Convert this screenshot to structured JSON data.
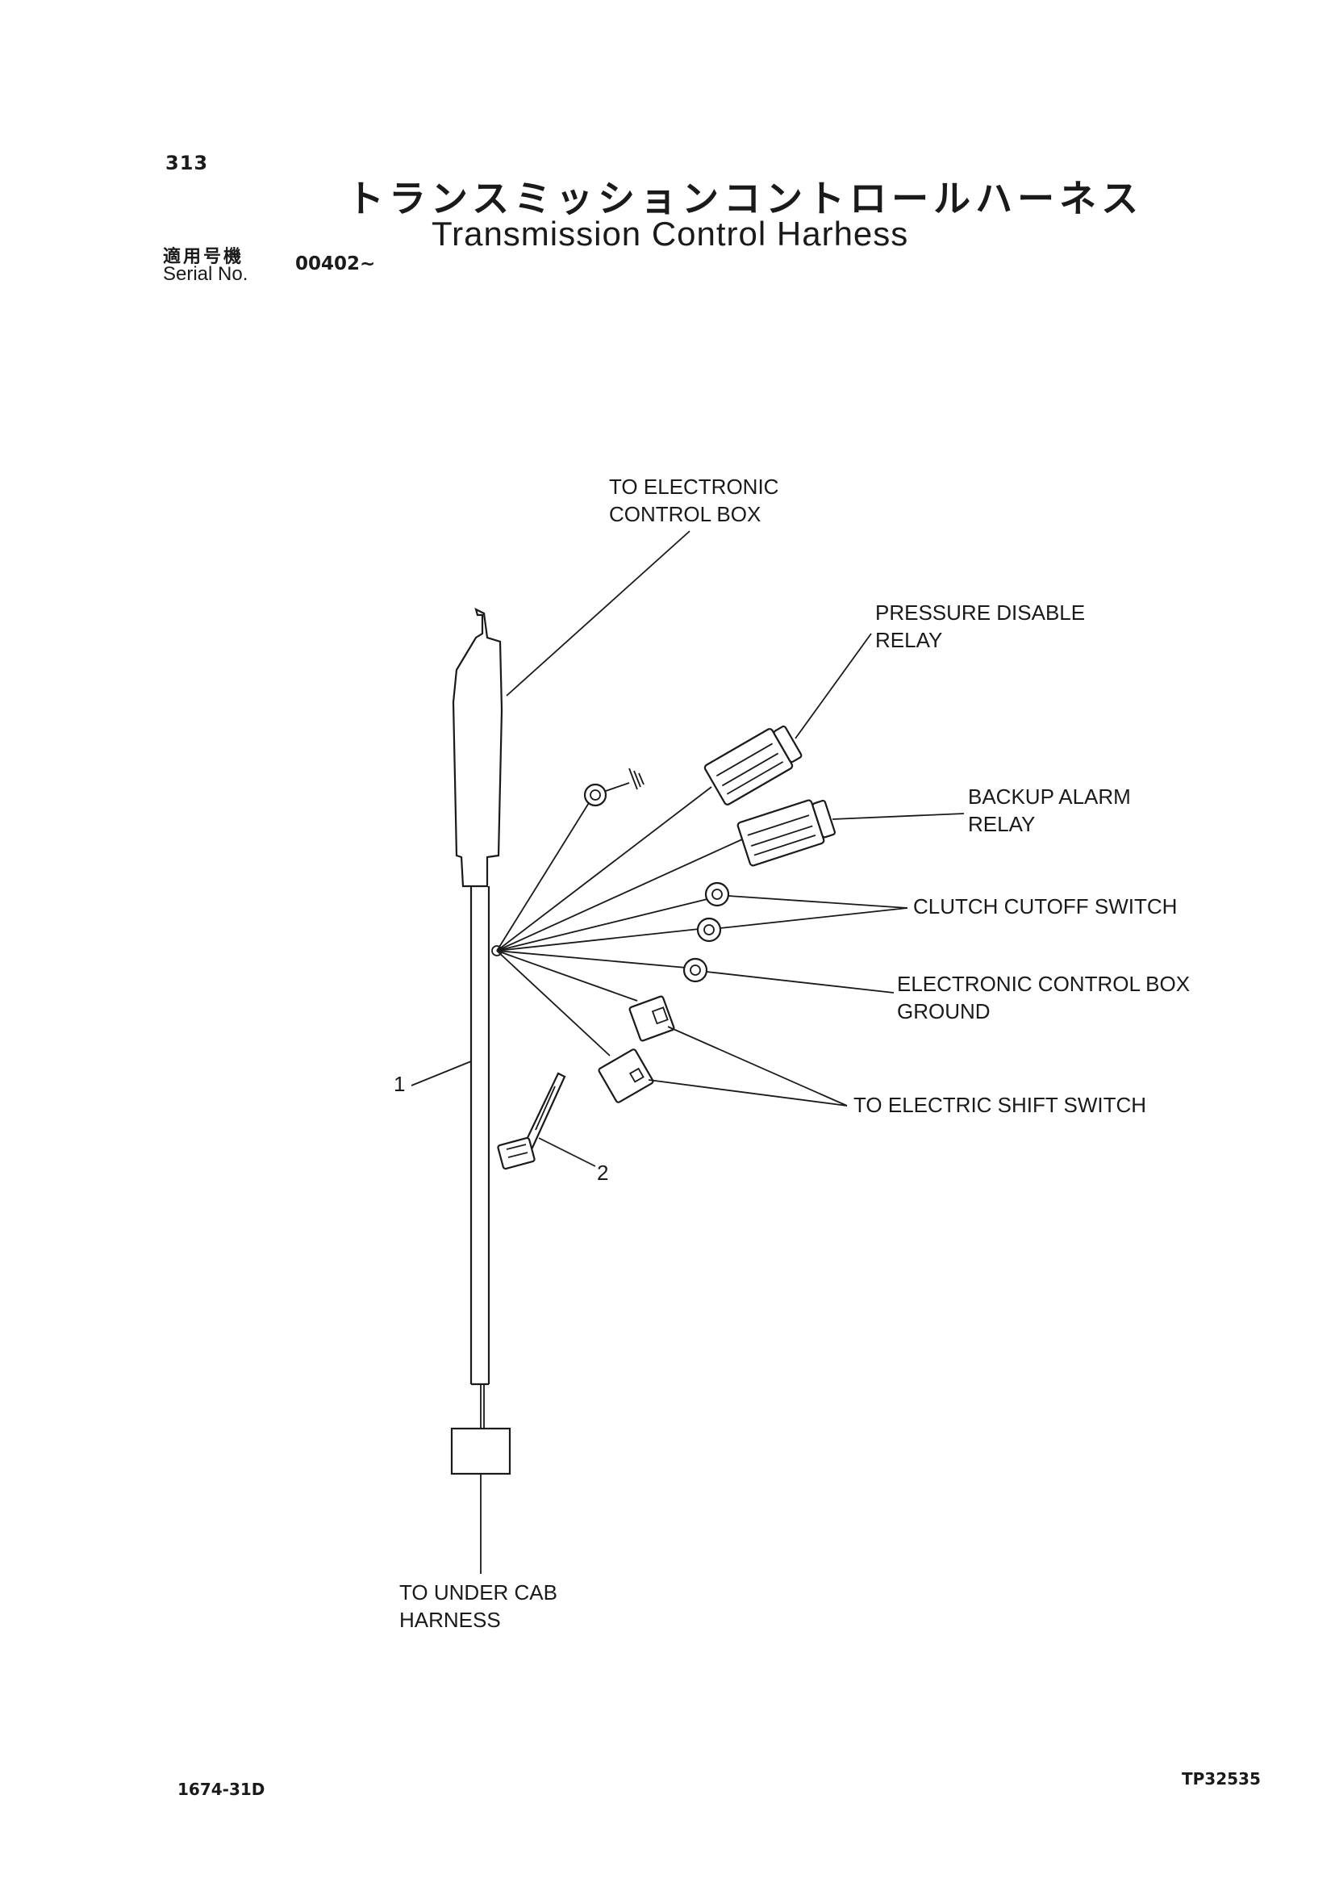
{
  "header": {
    "page_number": "313",
    "title_ja": "トランスミッションコントロールハーネス",
    "title_en": "Transmission Control Harhess",
    "serial_label_ja": "適用号機",
    "serial_label_en": "Serial No.",
    "serial_value": "00402~"
  },
  "labels": {
    "to_ecb_line1": "TO ELECTRONIC",
    "to_ecb_line2": "CONTROL BOX",
    "pressure_line1": "PRESSURE DISABLE",
    "pressure_line2": "RELAY",
    "backup_line1": "BACKUP ALARM",
    "backup_line2": "RELAY",
    "clutch": "CLUTCH CUTOFF SWITCH",
    "ecb_ground_line1": "ELECTRONIC CONTROL BOX",
    "ecb_ground_line2": "GROUND",
    "shift_switch": "TO ELECTRIC SHIFT SWITCH",
    "under_cab_line1": "TO UNDER CAB",
    "under_cab_line2": "HARNESS"
  },
  "callouts": {
    "part_1": "1",
    "part_2": "2"
  },
  "footer": {
    "left_code": "1674-31D",
    "right_code": "TP32535"
  }
}
